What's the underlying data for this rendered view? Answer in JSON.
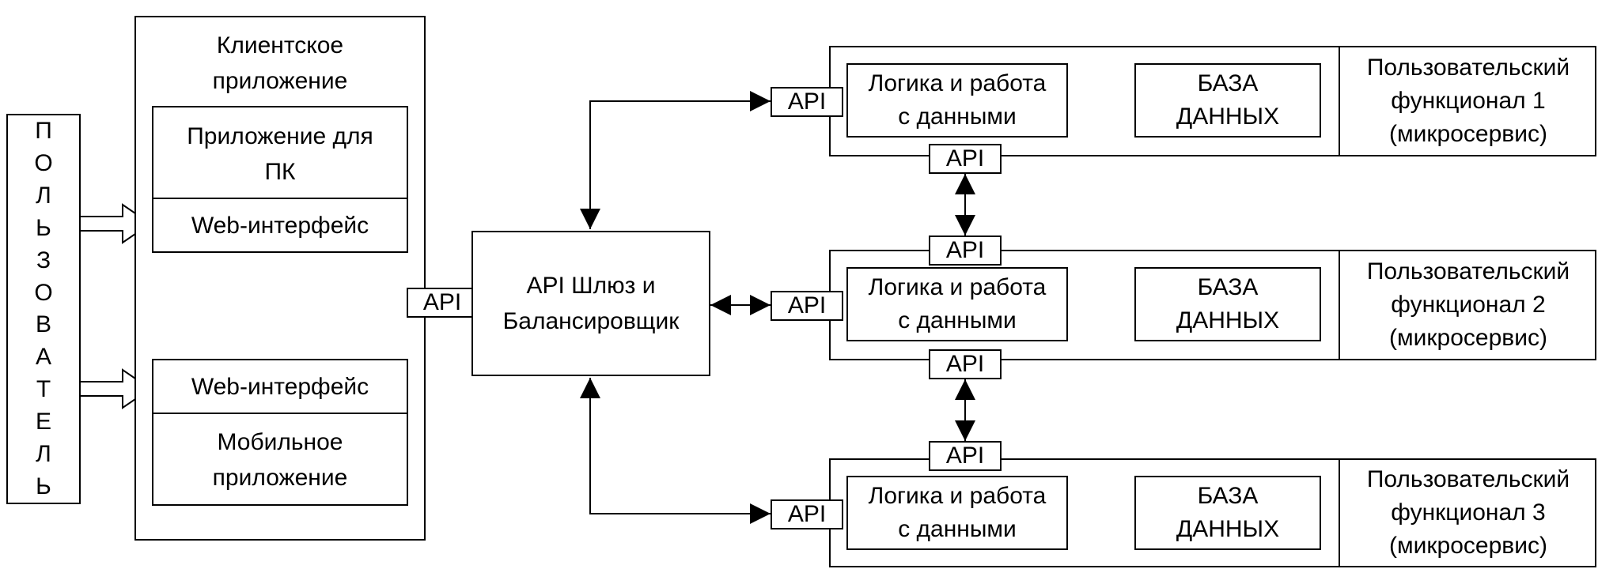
{
  "user": {
    "letters": [
      "П",
      "О",
      "Л",
      "Ь",
      "З",
      "О",
      "В",
      "А",
      "Т",
      "Е",
      "Л",
      "Ь"
    ]
  },
  "client": {
    "title": "Клиентское\nприложение",
    "pc_app": "Приложение для\nПК",
    "web_top": "Web-интерфейс",
    "web_bottom": "Web-интерфейс",
    "mobile_app": "Мобильное\nприложение",
    "api": "API"
  },
  "gateway": {
    "label": "API Шлюз и\nБалансировщик"
  },
  "services": [
    {
      "api_left": "API",
      "logic": "Логика и работа\nс данными",
      "db": "БАЗА\nДАННЫХ",
      "name": "Пользовательский\nфункционал 1\n(микросервис)",
      "api_bottom": "API"
    },
    {
      "api_top": "API",
      "api_left": "API",
      "logic": "Логика и работа\nс данными",
      "db": "БАЗА\nДАННЫХ",
      "name": "Пользовательский\nфункционал 2\n(микросервис)",
      "api_bottom": "API"
    },
    {
      "api_top": "API",
      "api_left": "API",
      "logic": "Логика и работа\nс данными",
      "db": "БАЗА\nДАННЫХ",
      "name": "Пользовательский\nфункционал 3\n(микросервис)"
    }
  ]
}
